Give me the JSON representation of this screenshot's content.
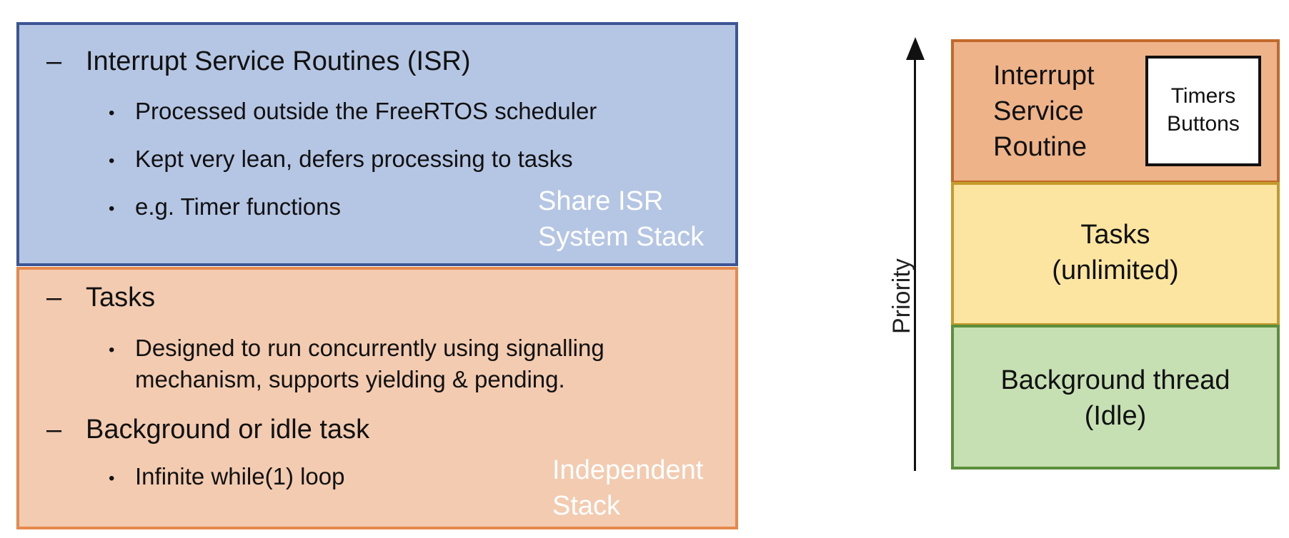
{
  "left": {
    "isr_section": {
      "dash": "–",
      "heading": "Interrupt Service Routines (ISR)",
      "bullets": [
        "Processed outside the FreeRTOS scheduler",
        "Kept very lean, defers processing to tasks",
        "e.g. Timer functions"
      ],
      "stack_label_line1": "Share ISR",
      "stack_label_line2": "System Stack"
    },
    "tasks_section": {
      "dash": "–",
      "heading": "Tasks",
      "bullets": [
        "Designed to run concurrently using signalling",
        "mechanism, supports yielding & pending."
      ]
    },
    "idle_section": {
      "dash": "–",
      "heading": "Background or idle task",
      "bullets": [
        "Infinite while(1) loop"
      ],
      "stack_label_line1": "Independent",
      "stack_label_line2": "Stack"
    },
    "bullet_glyph": "•"
  },
  "right": {
    "axis_label": "Priority",
    "isr_block": {
      "line1": "Interrupt",
      "line2": "Service",
      "line3": "Routine",
      "sub_line1": "Timers",
      "sub_line2": "Buttons"
    },
    "tasks_block": {
      "line1": "Tasks",
      "line2": "(unlimited)"
    },
    "idle_block": {
      "line1": "Background thread",
      "line2": "(Idle)"
    }
  },
  "colors": {
    "isr_fill": "#b5c6e5",
    "isr_border": "#3d5594",
    "tasks_fill": "#f2cbb0",
    "tasks_border": "#e5894d",
    "stack_isr": "#eeb388",
    "stack_tasks": "#fbe5a1",
    "stack_idle": "#c6e0b4"
  }
}
